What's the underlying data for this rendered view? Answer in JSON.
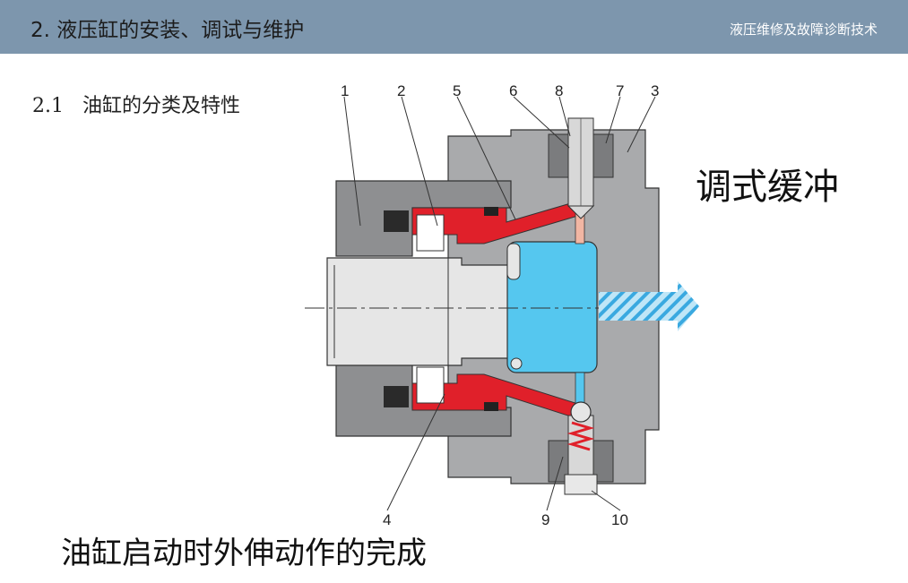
{
  "header": {
    "title": "2. 液压缸的安装、调试与维护",
    "subtitle": "液压维修及故障诊断技术"
  },
  "section_title": "2.1   油缸的分类及特性",
  "label_right": "调式缓冲",
  "caption": "油缸启动时外伸动作的完成",
  "part_numbers": [
    "1",
    "2",
    "5",
    "6",
    "8",
    "7",
    "3",
    "4",
    "9",
    "10"
  ],
  "colors": {
    "header_bg": "#7d96ad",
    "body_gray": "#a9aaac",
    "dark_gray": "#5b5c5e",
    "piston_light": "#e6e6e6",
    "oil_red": "#e0202a",
    "oil_blue": "#55c7ef",
    "arrow_blue": "#3aa9e0"
  }
}
